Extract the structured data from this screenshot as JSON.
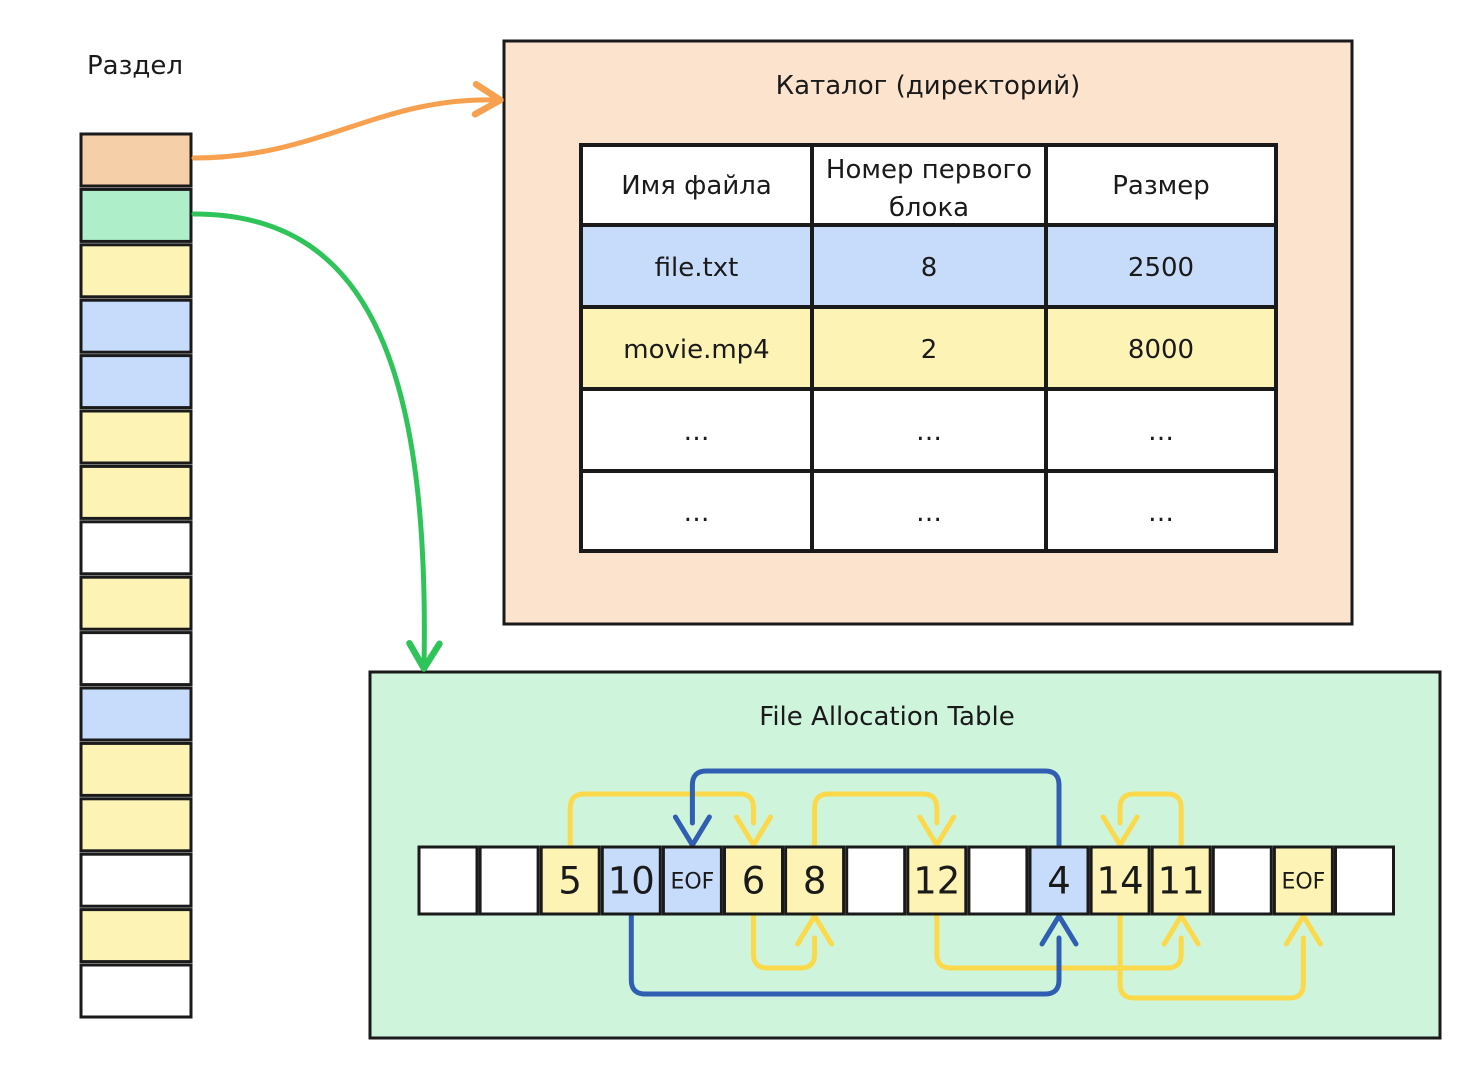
{
  "partition": {
    "title": "Раздел",
    "blocks": [
      "catalog",
      "fat",
      "movie",
      "file",
      "file",
      "movie",
      "movie",
      "free",
      "movie",
      "free",
      "file",
      "movie",
      "movie",
      "free",
      "movie",
      "free"
    ]
  },
  "catalog": {
    "title": "Каталог (директорий)",
    "headers": [
      "Имя файла",
      "Номер первого блока",
      "Размер"
    ],
    "rows": [
      {
        "kind": "file",
        "cells": [
          "file.txt",
          "8",
          "2500"
        ]
      },
      {
        "kind": "movie",
        "cells": [
          "movie.mp4",
          "2",
          "8000"
        ]
      },
      {
        "kind": "free",
        "cells": [
          "...",
          "...",
          "..."
        ]
      },
      {
        "kind": "free",
        "cells": [
          "...",
          "...",
          "..."
        ]
      }
    ]
  },
  "fat": {
    "title": "File Allocation Table",
    "entries": [
      {
        "value": "",
        "kind": "free"
      },
      {
        "value": "",
        "kind": "free"
      },
      {
        "value": "5",
        "kind": "movie"
      },
      {
        "value": "10",
        "kind": "file"
      },
      {
        "value": "EOF",
        "kind": "file"
      },
      {
        "value": "6",
        "kind": "movie"
      },
      {
        "value": "8",
        "kind": "movie"
      },
      {
        "value": "",
        "kind": "free"
      },
      {
        "value": "12",
        "kind": "movie"
      },
      {
        "value": "",
        "kind": "free"
      },
      {
        "value": "4",
        "kind": "file"
      },
      {
        "value": "14",
        "kind": "movie"
      },
      {
        "value": "11",
        "kind": "movie"
      },
      {
        "value": "",
        "kind": "free"
      },
      {
        "value": "EOF",
        "kind": "movie"
      },
      {
        "value": "",
        "kind": "free"
      }
    ],
    "links": [
      {
        "from": 2,
        "to": 5,
        "kind": "movie",
        "side": "top"
      },
      {
        "from": 5,
        "to": 6,
        "kind": "movie",
        "side": "bottom"
      },
      {
        "from": 6,
        "to": 8,
        "kind": "movie",
        "side": "top"
      },
      {
        "from": 8,
        "to": 12,
        "kind": "movie",
        "side": "bottom"
      },
      {
        "from": 12,
        "to": 11,
        "kind": "movie",
        "side": "top"
      },
      {
        "from": 11,
        "to": 14,
        "kind": "movie",
        "side": "bottom"
      },
      {
        "from": 3,
        "to": 10,
        "kind": "file",
        "side": "bottom"
      },
      {
        "from": 10,
        "to": 4,
        "kind": "file",
        "side": "top"
      }
    ]
  },
  "colors": {
    "catalog": "#f5cfa8",
    "fat": "#aeefc9",
    "movie": "#fdf3b5",
    "file": "#c7dcfb",
    "free": "#ffffff",
    "catalog_panel": "#fce3cd",
    "fat_panel": "#cff4dc",
    "movie_link": "#fbd94a",
    "file_link": "#2f5eb2",
    "catalog_arrow": "#f7a04f",
    "fat_arrow": "#2ec45a",
    "stroke": "#1a1a1a"
  }
}
